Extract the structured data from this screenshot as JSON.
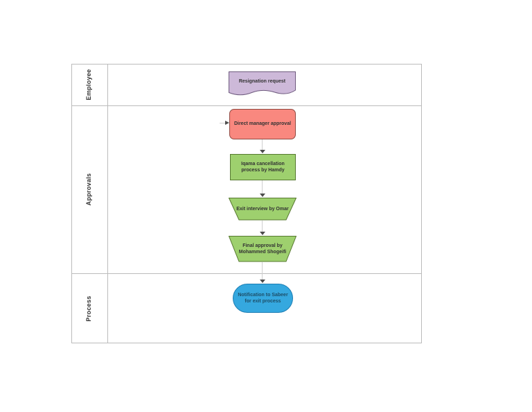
{
  "diagram": {
    "type": "flowchart-swimlane",
    "grid_color": "#bbbbbb",
    "label_text_color": "#333333",
    "connectors": {
      "line_color": "#cfcfcf",
      "arrowhead_color": "#4d4d4d"
    },
    "lanes": [
      {
        "label": "Employee"
      },
      {
        "label": "Approvals"
      },
      {
        "label": "Process"
      }
    ],
    "nodes": [
      {
        "id": "resignation-request",
        "lane": "Employee",
        "shape": "document",
        "label": "Resignation request",
        "fill": "#cdb9d9",
        "stroke": "#6e5a7e",
        "text_color": "#333333"
      },
      {
        "id": "direct-manager-approval",
        "lane": "Approvals",
        "shape": "rounded-rectangle",
        "label": "Direct manager approval",
        "fill": "#f9887f",
        "stroke": "#8f4a42",
        "text_color": "#333333"
      },
      {
        "id": "iqama-cancellation",
        "lane": "Approvals",
        "shape": "rectangle",
        "label": "Iqama cancellation process by Hamdy",
        "fill": "#9ed06e",
        "stroke": "#56782f",
        "text_color": "#333333"
      },
      {
        "id": "exit-interview",
        "lane": "Approvals",
        "shape": "trapezoid",
        "label": "Exit interview by Omar",
        "fill": "#9ed06e",
        "stroke": "#56782f",
        "text_color": "#333333"
      },
      {
        "id": "final-approval",
        "lane": "Approvals",
        "shape": "trapezoid",
        "label": "Final approval by Mohammed Shogeifi",
        "fill": "#9ed06e",
        "stroke": "#56782f",
        "text_color": "#333333"
      },
      {
        "id": "notification-sabeer",
        "lane": "Process",
        "shape": "stadium",
        "label": "Notification to Sabeer for exit process",
        "fill": "#35a8df",
        "stroke": "#1c7db3",
        "text_color": "#1d4e68"
      }
    ]
  }
}
